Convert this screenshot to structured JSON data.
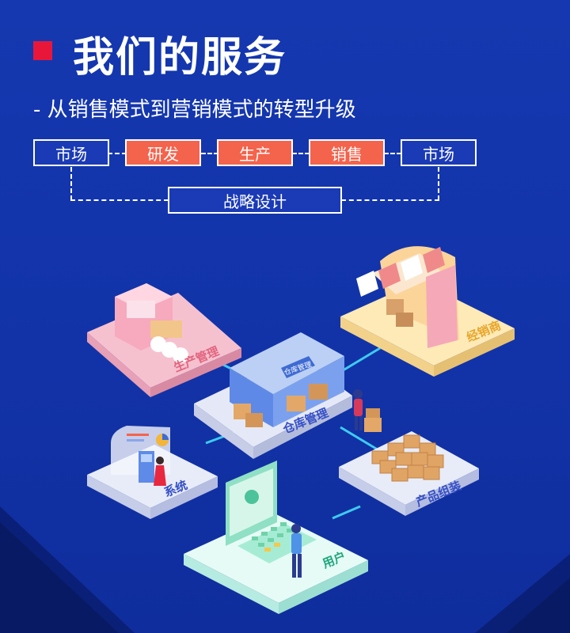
{
  "header": {
    "title": "我们的服务",
    "subtitle": "- 从销售模式到营销模式的转型升级"
  },
  "flow": {
    "steps": [
      "市场",
      "研发",
      "生产",
      "销售",
      "市场"
    ],
    "strategy": "战略设计"
  },
  "platforms": {
    "production": "生产管理",
    "warehouse": "仓库管理",
    "warehouse_sign": "仓库管理",
    "dealer": "经销商",
    "system": "系统",
    "assembly": "产品组装",
    "user": "用户"
  },
  "colors": {
    "background": "#1530a8",
    "title_mark": "#e8173a",
    "flow_red": "#f4634c"
  }
}
